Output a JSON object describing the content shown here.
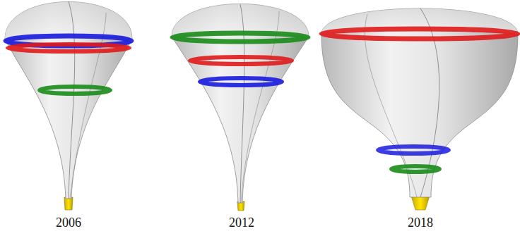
{
  "diagram": {
    "labels": [
      "2006",
      "2012",
      "2018"
    ]
  }
}
